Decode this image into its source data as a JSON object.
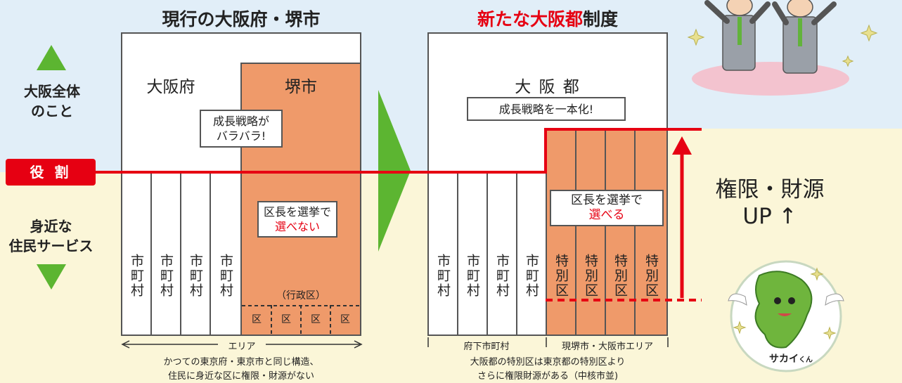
{
  "colors": {
    "accent_red": "#e60012",
    "green": "#5cb531",
    "orange": "#ef9a6a",
    "sky": "#e1eef8",
    "cream": "#fbf6d8"
  },
  "left_panel": {
    "top_label": "大阪全体\nのこと",
    "role_label": "役 割",
    "bottom_label": "身近な\n住民サービス"
  },
  "current": {
    "title": "現行の大阪府・堺市",
    "prefecture": "大阪府",
    "city": "堺市",
    "callout_strategy": "成長戦略が\nバラバラ!",
    "callout_mayor_line1": "区長を選挙で",
    "callout_mayor_line2": "選べない",
    "municipality": "市町村",
    "ward_group": "（行政区）",
    "ward": "区",
    "area_label": "エリア",
    "caption_line1": "かつての東京府・東京市と同じ構造、",
    "caption_line2": "住民に身近な区に権限・財源がない"
  },
  "new_system": {
    "title_highlight": "新たな大阪都",
    "title_rest": "制度",
    "metropolis": "大 阪 都",
    "callout_strategy": "成長戦略を一本化!",
    "callout_mayor_line1": "区長を選挙で",
    "callout_mayor_line2": "選べる",
    "municipality": "市町村",
    "special_ward": "特別区",
    "left_area_label": "府下市町村",
    "right_area_label": "現堺市・大阪市エリア",
    "caption_line1": "大阪都の特別区は東京都の特別区より",
    "caption_line2": "さらに権限財源がある（中核市並)"
  },
  "right_panel": {
    "up_line1": "権限・財源",
    "up_line2": "UP ↑",
    "mascot_name": "サカイ",
    "mascot_suffix": "くん"
  }
}
